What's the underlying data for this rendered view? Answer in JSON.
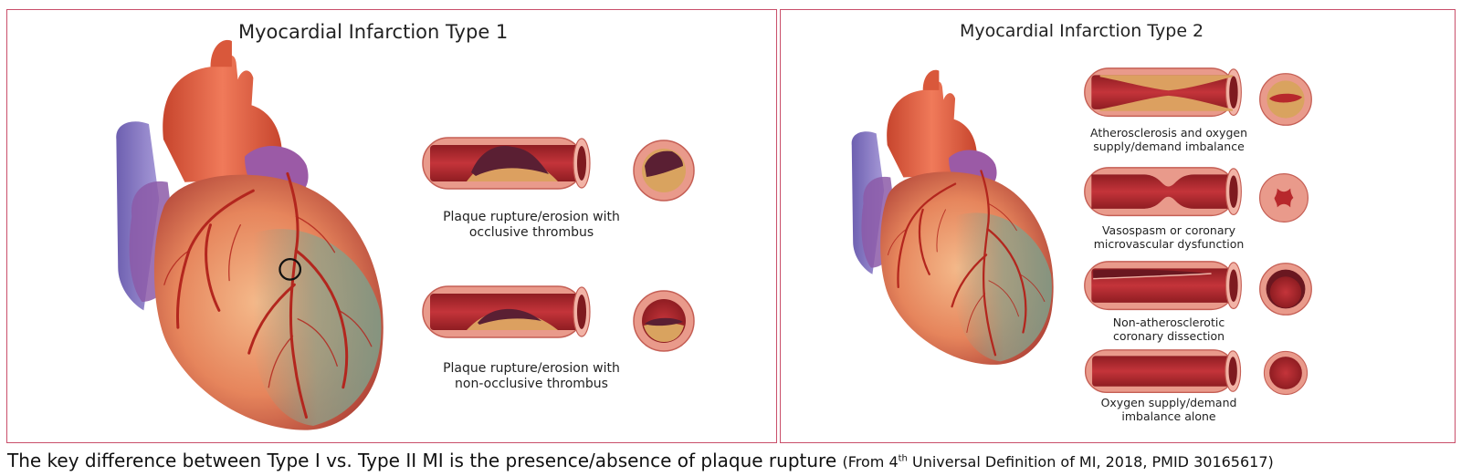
{
  "panel1": {
    "title": "Myocardial Infarction Type 1",
    "items": [
      {
        "line1": "Plaque rupture/erosion with",
        "line2": "occlusive thrombus"
      },
      {
        "line1": "Plaque rupture/erosion with",
        "line2": "non-occlusive thrombus"
      }
    ]
  },
  "panel2": {
    "title": "Myocardial Infarction Type 2",
    "items": [
      {
        "line1": "Atherosclerosis and oxygen",
        "line2": "supply/demand imbalance"
      },
      {
        "line1": "Vasospasm or coronary",
        "line2": "microvascular dysfunction"
      },
      {
        "line1": "Non-atherosclerotic",
        "line2": "coronary dissection"
      },
      {
        "line1": "Oxygen supply/demand",
        "line2": "imbalance alone"
      }
    ]
  },
  "caption": {
    "main": "The key difference between Type I vs. Type II MI is the presence/absence of plaque rupture",
    "source_pre": "(From 4",
    "source_sup": "th",
    "source_post": " Universal Definition of MI, 2018, PMID 30165617)"
  },
  "colors": {
    "border": "#c94f6a",
    "vessel_wall": "#e58e80",
    "lumen": "#b7282c",
    "plaque": "#d9a35f",
    "thrombus": "#5a1f33"
  }
}
